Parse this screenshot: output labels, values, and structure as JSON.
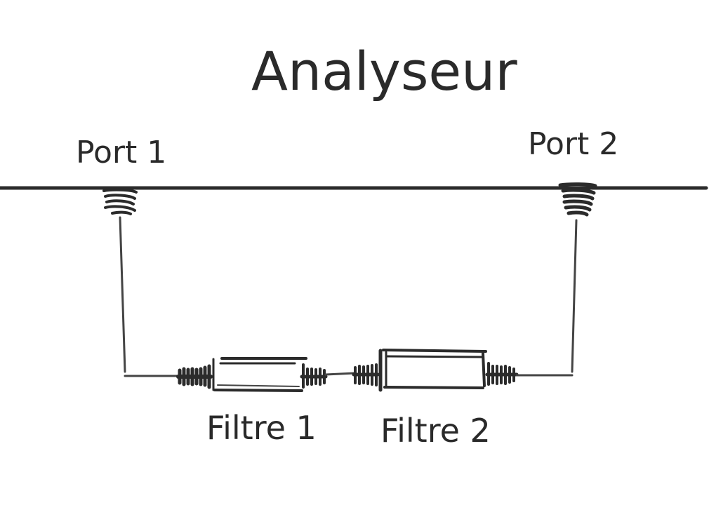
{
  "title": "Analyseur",
  "ports": [
    {
      "label": "Port 1"
    },
    {
      "label": "Port 2"
    }
  ],
  "filters": [
    {
      "label": "Filtre 1"
    },
    {
      "label": "Filtre 2"
    }
  ],
  "colors": {
    "ink": "#2b2b2b",
    "paper": "#ffffff"
  }
}
